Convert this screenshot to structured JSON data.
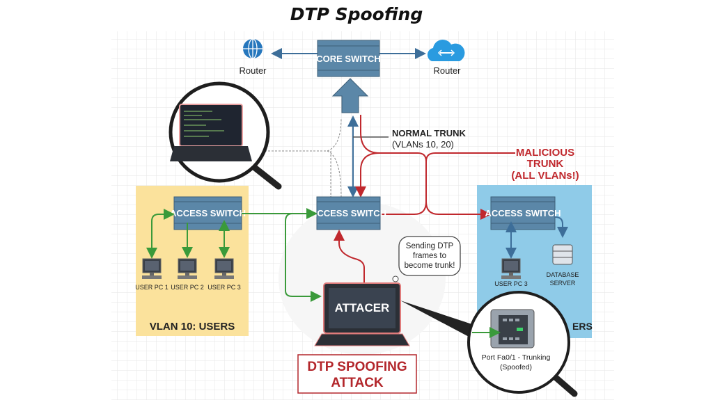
{
  "title": "DTP Spoofing",
  "nodes": {
    "core_switch": "CORE SWITCH",
    "router_left": "Router",
    "router_right": "Router",
    "access_switch_left": "ACCESS SWITCH",
    "access_switch_center": "ACCESS SWITCH",
    "access_switch_right": "ACCESS SWITCH",
    "user_pcs": [
      "USER PC 1",
      "USER PC 2",
      "USER PC 3"
    ],
    "right_pc": "USER PC 3",
    "database_server": [
      "DATABASE",
      "SERVER"
    ],
    "attacker": "ATTACER"
  },
  "labels": {
    "normal_trunk": [
      "NORMAL TRUNK",
      "(VLANs 10, 20)"
    ],
    "malicious_trunk": [
      "MALICIOUS",
      "TRUNK",
      "(ALL VLANs!)"
    ],
    "vlan_left": "VLAN 10: USERS",
    "vlan_right_partial": "ERS",
    "speech": [
      "Sending DTP",
      "frames to",
      "become trunk!"
    ],
    "attack_box": [
      "DTP SPOOFING",
      "ATTACK"
    ],
    "port_status": [
      "Port Fa0/1 - Trunking",
      "(Spoofed)"
    ]
  },
  "colors": {
    "switch": "#5b87a8",
    "normal_link": "#3d6e99",
    "malicious_link": "#c0282d",
    "user_link": "#3a9a3a",
    "vlan10_panel": "#fbe29c",
    "vlan20_panel": "#8fcbe8",
    "attack_red": "#b3262b"
  }
}
